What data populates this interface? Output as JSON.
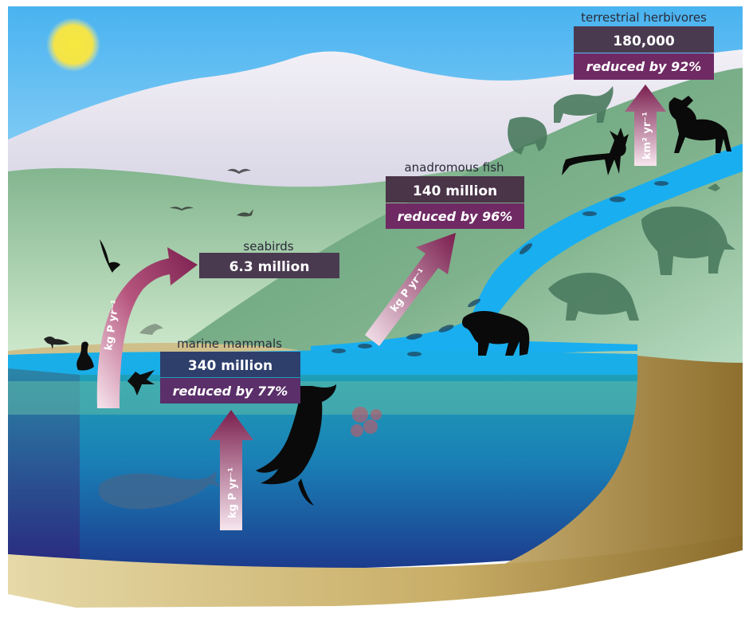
{
  "colors": {
    "sky_top": "#49b3f0",
    "sky_bottom": "#d4eefb",
    "sun": "#f6e840",
    "mountain": "#dcd7ea",
    "hill_back": "#8ebc97",
    "hill_front": "#4f8c6c",
    "river": "#19aef0",
    "ocean_top": "#1a9bc0",
    "ocean_bottom": "#1d3f90",
    "sand": "#d8c690",
    "box_dark": "#4a3a50",
    "box_reduced": "#6f2a64",
    "box_marine": "#2e3f6c",
    "arrow_dark": "#7d2050",
    "arrow_light": "#f5e0ea"
  },
  "boxes": {
    "seabirds": {
      "title": "seabirds",
      "value": "6.3 million"
    },
    "marine": {
      "title": "marine mammals",
      "value": "340 million",
      "reduced": "reduced by 77%"
    },
    "fish": {
      "title": "anadromous fish",
      "value": "140 million",
      "reduced": "reduced by 96%"
    },
    "herbivores": {
      "title": "terrestrial herbivores",
      "value": "180,000",
      "reduced": "reduced by 92%"
    }
  },
  "arrows": {
    "seabirds_label": "kg P yr⁻¹",
    "marine_label": "kg P yr⁻¹",
    "fish_label": "kg P yr⁻¹",
    "herbivores_label": "km² yr⁻¹"
  },
  "icons": {
    "sun": "sun-icon",
    "bird": "bird-silhouette-icon",
    "whale": "whale-silhouette-icon",
    "bear": "bear-silhouette-icon",
    "moose": "moose-silhouette-icon",
    "caribou": "caribou-silhouette-icon",
    "mammoth": "mammoth-silhouette-icon",
    "fish": "fish-silhouette-icon"
  }
}
